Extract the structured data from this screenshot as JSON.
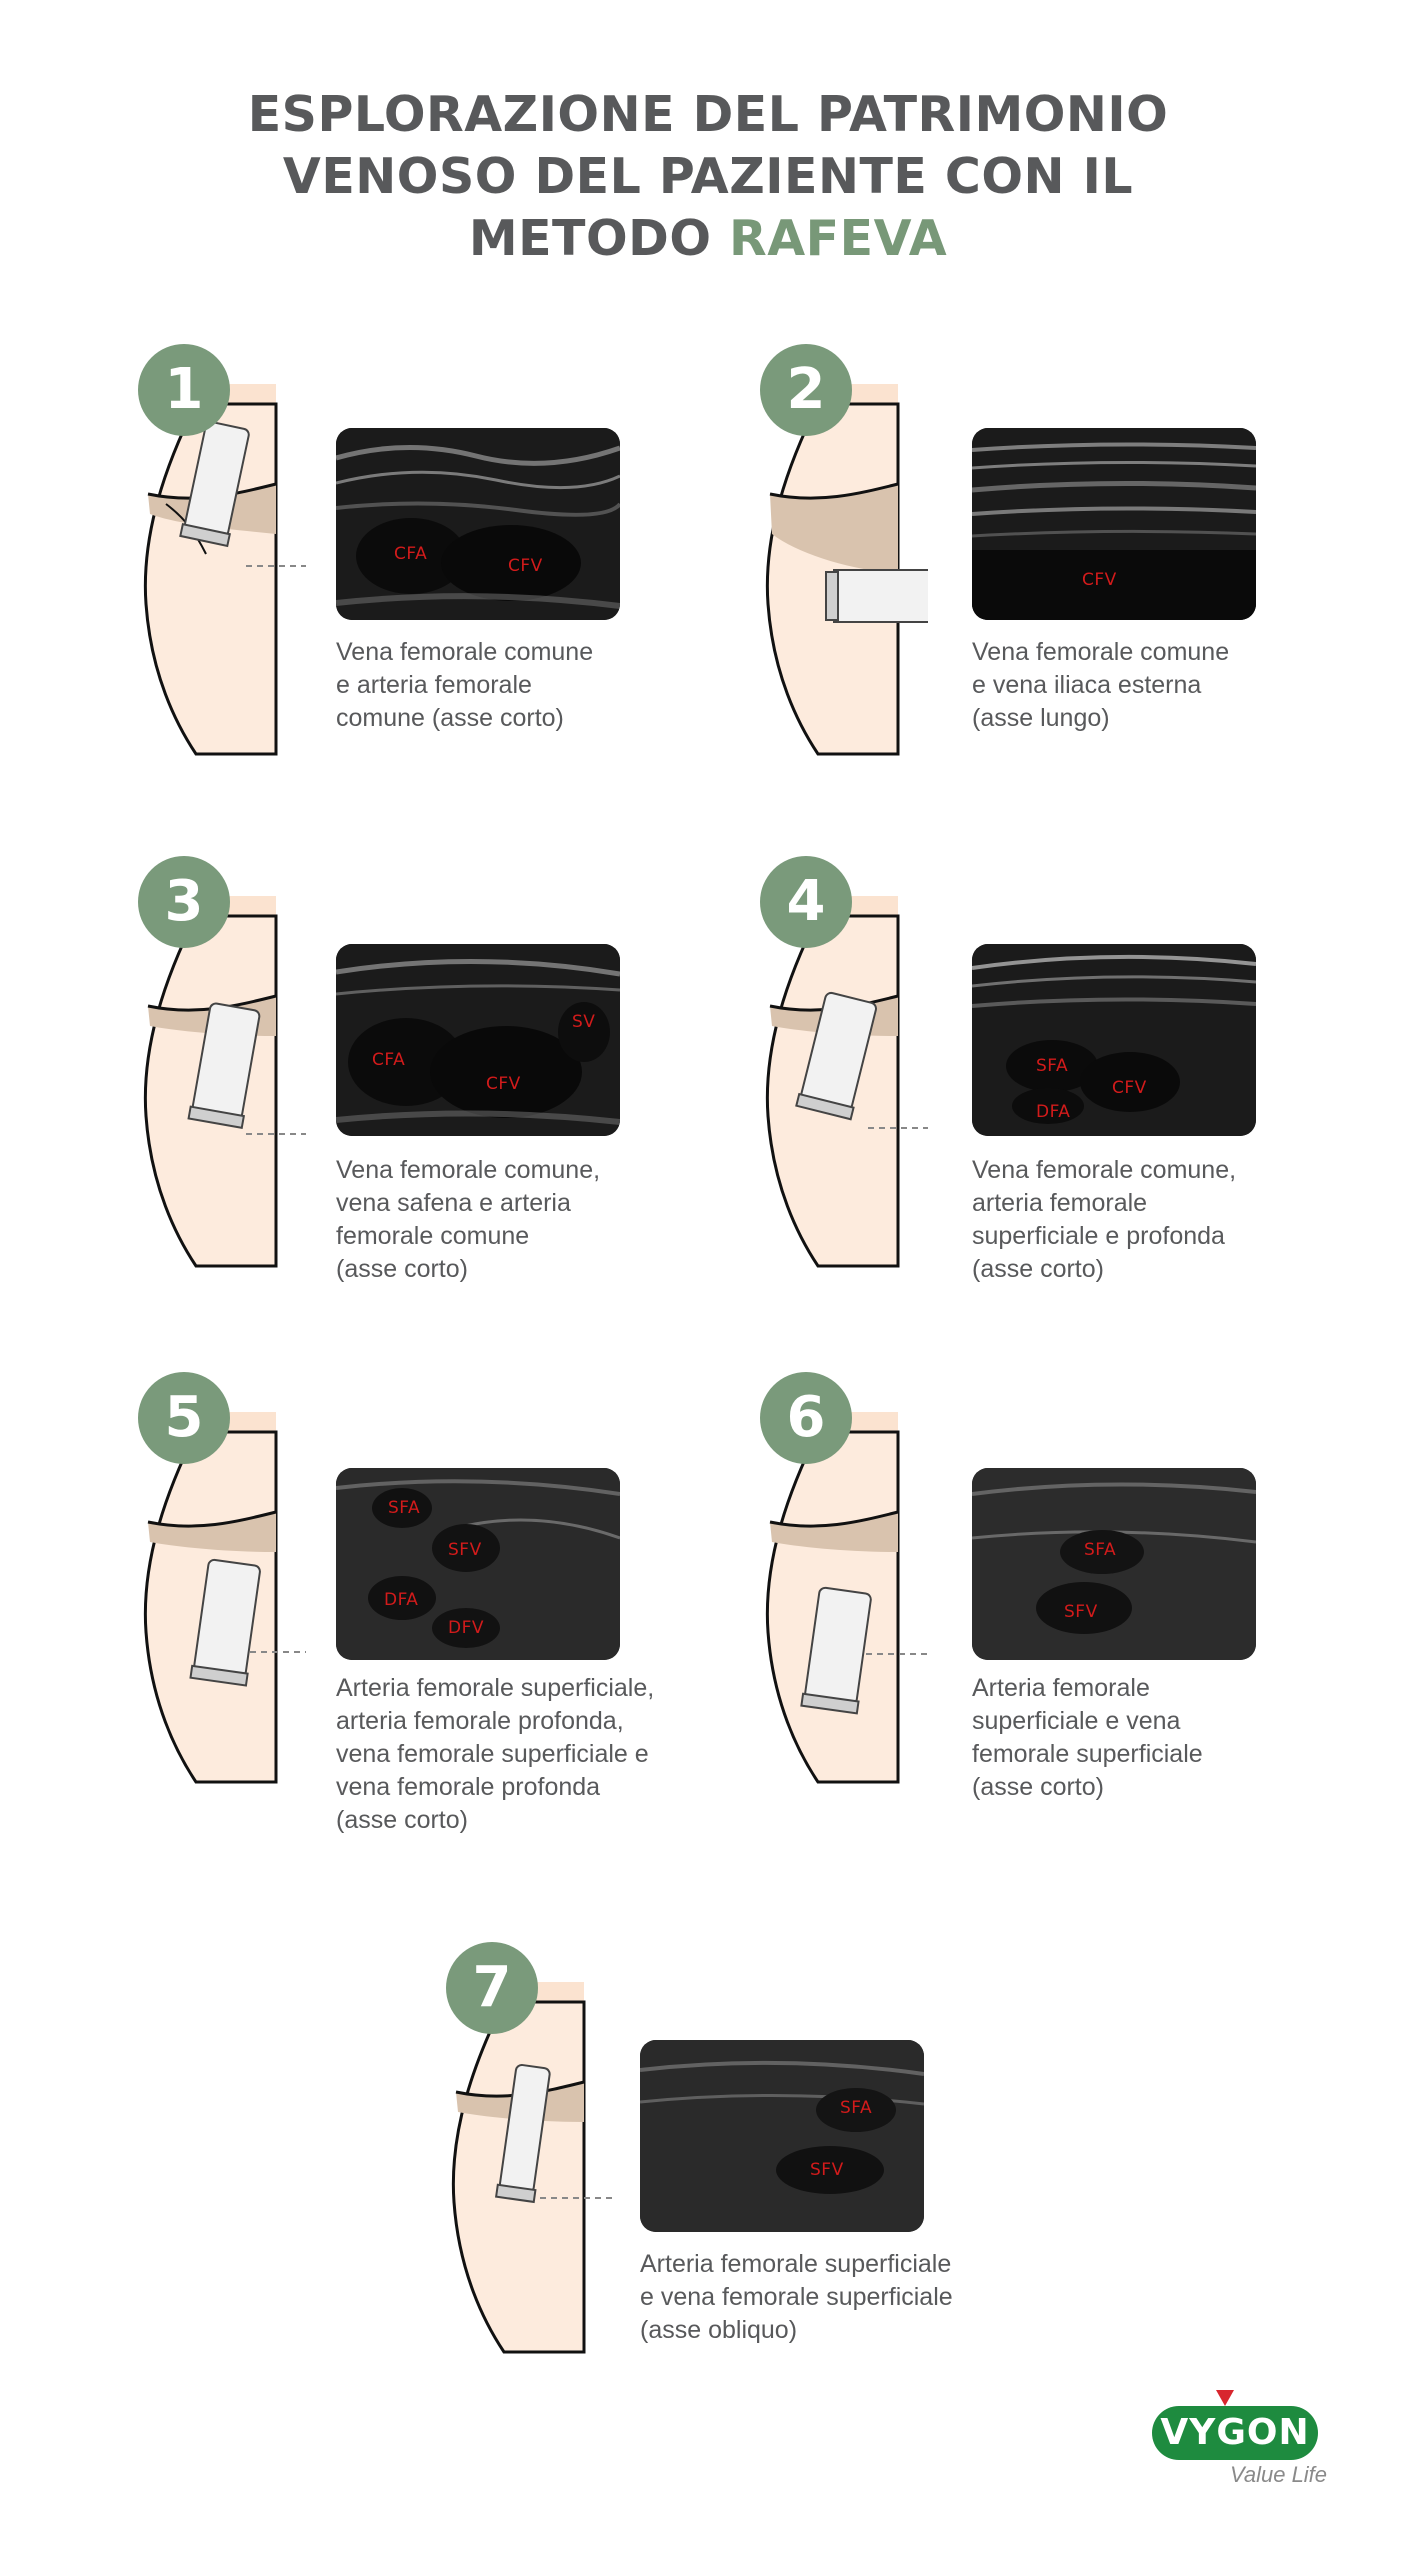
{
  "title": {
    "line1": "ESPLORAZIONE DEL PATRIMONIO",
    "line2": "VENOSO DEL PAZIENTE CON IL",
    "line3_prefix": "METODO ",
    "line3_accent": "RAFEVA"
  },
  "colors": {
    "accent": "#7a9a7b",
    "text": "#58595b",
    "label_red": "#d21b1b",
    "brand": "#1e8b3f"
  },
  "steps": [
    {
      "number": "1",
      "labels": [
        "CFA",
        "CFV"
      ],
      "caption": [
        "Vena femorale comune",
        "e arteria femorale",
        "comune (asse corto)"
      ]
    },
    {
      "number": "2",
      "labels": [
        "CFV"
      ],
      "caption": [
        "Vena femorale comune",
        "e vena iliaca esterna",
        "(asse lungo)"
      ]
    },
    {
      "number": "3",
      "labels": [
        "CFA",
        "CFV",
        "SV"
      ],
      "caption": [
        "Vena femorale comune,",
        "vena safena e arteria",
        "femorale comune",
        "(asse corto)"
      ]
    },
    {
      "number": "4",
      "labels": [
        "SFA",
        "CFV",
        "DFA"
      ],
      "caption": [
        "Vena femorale comune,",
        "arteria femorale",
        "superficiale e profonda",
        "(asse corto)"
      ]
    },
    {
      "number": "5",
      "labels": [
        "SFA",
        "SFV",
        "DFA",
        "DFV"
      ],
      "caption": [
        "Arteria femorale superficiale,",
        "arteria femorale profonda,",
        "vena femorale superficiale e",
        "vena femorale profonda",
        "(asse corto)"
      ]
    },
    {
      "number": "6",
      "labels": [
        "SFA",
        "SFV"
      ],
      "caption": [
        "Arteria femorale",
        "superficiale e vena",
        "femorale superficiale",
        "(asse corto)"
      ]
    },
    {
      "number": "7",
      "labels": [
        "SFA",
        "SFV"
      ],
      "caption": [
        "Arteria femorale superficiale",
        "e vena femorale superficiale",
        "(asse obliquo)"
      ]
    }
  ],
  "logo": {
    "brand": "VYGON",
    "tagline": "Value Life"
  }
}
